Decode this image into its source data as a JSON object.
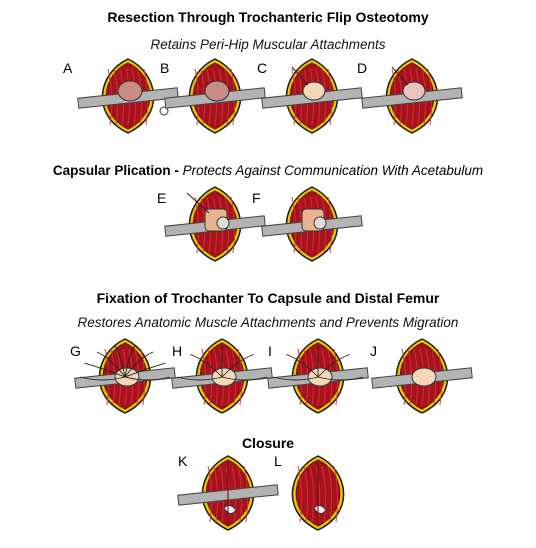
{
  "sections": {
    "resection": {
      "title": "Resection Through Trochanteric Flip Osteotomy",
      "subtitle": "Retains Peri-Hip Muscular Attachments"
    },
    "capsular": {
      "title": "Capsular Plication -",
      "subtitle": "Protects Against Communication With Acetabulum"
    },
    "fixation": {
      "title": "Fixation of Trochanter To Capsule and Distal Femur",
      "subtitle": "Restores Anatomic Muscle Attachments and Prevents Migration"
    },
    "closure": {
      "title": "Closure"
    }
  },
  "panels": [
    {
      "letter": "A",
      "variant": "incision-with-head"
    },
    {
      "letter": "B",
      "variant": "exposed-head"
    },
    {
      "letter": "C",
      "variant": "resected-head"
    },
    {
      "letter": "D",
      "variant": "resected-head-lighter"
    },
    {
      "letter": "E",
      "variant": "plication"
    },
    {
      "letter": "F",
      "variant": "plication-closed"
    },
    {
      "letter": "G",
      "variant": "sutures-fan"
    },
    {
      "letter": "H",
      "variant": "sutures-tied"
    },
    {
      "letter": "I",
      "variant": "sutures-tied-dense"
    },
    {
      "letter": "J",
      "variant": "trochanter-reattached"
    },
    {
      "letter": "K",
      "variant": "closure-with-retractor"
    },
    {
      "letter": "L",
      "variant": "closure-final"
    }
  ],
  "colors": {
    "muscle": "#a8121c",
    "muscle_dark": "#6e0b10",
    "muscle_light": "#d0343c",
    "skin_edge": "#e8c800",
    "skin_outline": "#1a1a1a",
    "retractor": "#b3b3b3",
    "bone": "#f2d7b8",
    "femoral_head": "#c98b86",
    "capsule": "#e6b48e"
  }
}
